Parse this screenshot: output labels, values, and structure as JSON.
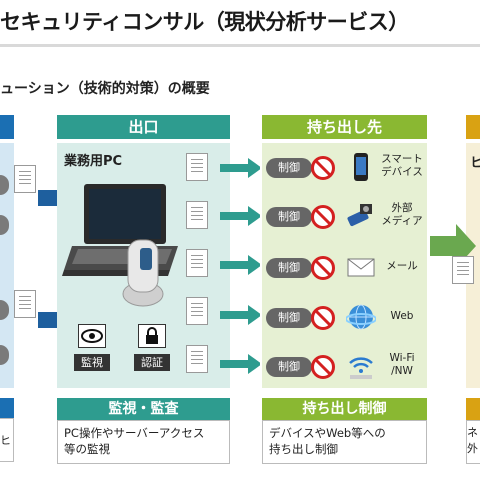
{
  "title": "セキュリティコンサル（現状分析サービス）",
  "subtitle": "ューション（技術的対策）の概要",
  "columns": {
    "exit": {
      "header": "出口",
      "pc_label": "業務用PC",
      "footer_title": "監視・監査",
      "footer_text_1": "PC操作やサーバーアクセス",
      "footer_text_2": "等の監視",
      "monitor_label": "監視",
      "auth_label": "認証"
    },
    "dest": {
      "header": "持ち出し先",
      "footer_title": "持ち出し制御",
      "footer_text_1": "デバイスやWeb等への",
      "footer_text_2": "持ち出し制御"
    },
    "left": {
      "footer_char": "ヒ"
    },
    "right": {
      "panel_char": "ヒ",
      "foot_char_1": "ネ",
      "foot_char_2": "外"
    }
  },
  "controls": [
    {
      "pill": "制御",
      "icon": "smartphone-icon",
      "label_1": "スマート",
      "label_2": "デバイス"
    },
    {
      "pill": "制御",
      "icon": "usb-media-icon",
      "label_1": "外部",
      "label_2": "メディア"
    },
    {
      "pill": "制御",
      "icon": "mail-icon",
      "label_1": "メール",
      "label_2": ""
    },
    {
      "pill": "制御",
      "icon": "web-globe-icon",
      "label_1": "Web",
      "label_2": ""
    },
    {
      "pill": "制御",
      "icon": "wifi-icon",
      "label_1": "Wi-Fi",
      "label_2": "/NW"
    }
  ],
  "colors": {
    "blue": "#1b6fb3",
    "teal": "#2e9c8f",
    "green": "#8ab832",
    "gold": "#d9a213",
    "no_red": "#d42020"
  }
}
